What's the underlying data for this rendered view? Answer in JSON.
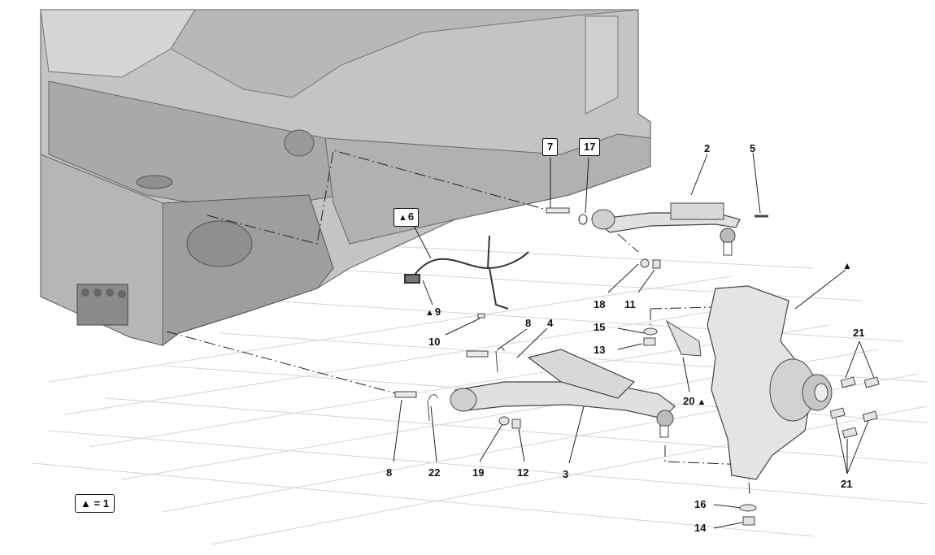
{
  "callouts": [
    {
      "id": "c7",
      "text": "7",
      "boxed": true,
      "tri": false
    },
    {
      "id": "c17",
      "text": "17",
      "boxed": true,
      "tri": false
    },
    {
      "id": "c2",
      "text": "2",
      "boxed": false,
      "tri": false
    },
    {
      "id": "c5",
      "text": "5",
      "boxed": false,
      "tri": false
    },
    {
      "id": "c6",
      "text": "6",
      "boxed": true,
      "tri": true
    },
    {
      "id": "c9",
      "text": "9",
      "boxed": false,
      "tri": true
    },
    {
      "id": "c10",
      "text": "10",
      "boxed": false,
      "tri": false
    },
    {
      "id": "c8a",
      "text": "8",
      "boxed": false,
      "tri": false
    },
    {
      "id": "c4",
      "text": "4",
      "boxed": false,
      "tri": false
    },
    {
      "id": "c18",
      "text": "18",
      "boxed": false,
      "tri": false
    },
    {
      "id": "c11",
      "text": "11",
      "boxed": false,
      "tri": false
    },
    {
      "id": "c15",
      "text": "15",
      "boxed": false,
      "tri": false
    },
    {
      "id": "c13",
      "text": "13",
      "boxed": false,
      "tri": false
    },
    {
      "id": "c20",
      "text": "20",
      "boxed": false,
      "tri": true
    },
    {
      "id": "c21a",
      "text": "21",
      "boxed": false,
      "tri": false
    },
    {
      "id": "c21b",
      "text": "21",
      "boxed": false,
      "tri": false
    },
    {
      "id": "c8b",
      "text": "8",
      "boxed": false,
      "tri": false
    },
    {
      "id": "c22",
      "text": "22",
      "boxed": false,
      "tri": false
    },
    {
      "id": "c19",
      "text": "19",
      "boxed": false,
      "tri": false
    },
    {
      "id": "c12",
      "text": "12",
      "boxed": false,
      "tri": false
    },
    {
      "id": "c3",
      "text": "3",
      "boxed": false,
      "tri": false
    },
    {
      "id": "c16",
      "text": "16",
      "boxed": false,
      "tri": false
    },
    {
      "id": "c14",
      "text": "14",
      "boxed": false,
      "tri": false
    }
  ],
  "knuckle_marker": "▲",
  "legend": {
    "symbol": "▲",
    "text": "= 1"
  },
  "colors": {
    "body": "#bfbfbf",
    "body_dark": "#8d8d8d",
    "part": "#d9d9d9",
    "grid": "#d4d4d4",
    "line": "#222222"
  }
}
